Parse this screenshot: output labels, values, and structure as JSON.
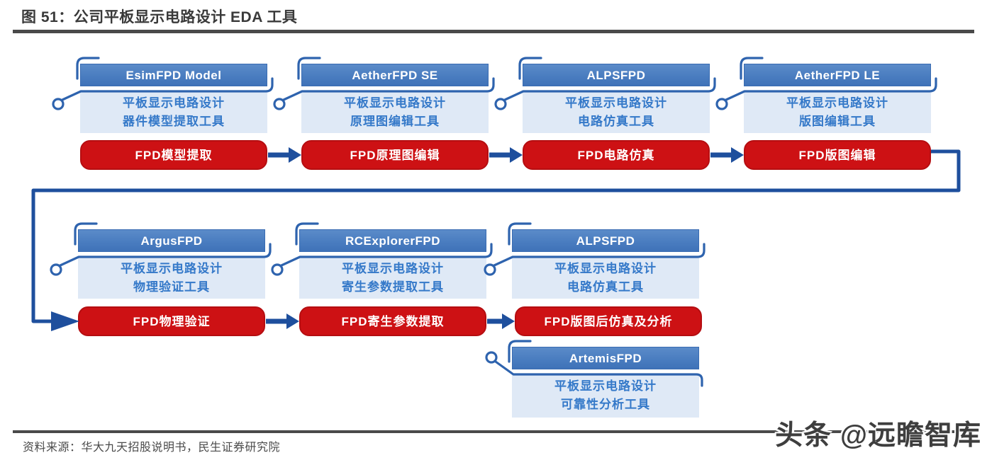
{
  "figure": {
    "title": "图 51：公司平板显示电路设计 EDA 工具",
    "source": "资料来源：华大九天招股说明书，民生证券研究院",
    "watermark": "头条 @远瞻智库"
  },
  "colors": {
    "header_blue": "#4a7dc0",
    "light_panel_blue": "#dfe9f6",
    "description_text_blue": "#3579c9",
    "step_red": "#cd1114",
    "callout_blue": "#2e63ae",
    "arrow_navy": "#1e4f9d",
    "rule_gray": "#4a4a4a"
  },
  "groups": [
    {
      "tool": "EsimFPD Model",
      "desc1": "平板显示电路设计",
      "desc2": "器件模型提取工具"
    },
    {
      "tool": "AetherFPD SE",
      "desc1": "平板显示电路设计",
      "desc2": "原理图编辑工具"
    },
    {
      "tool": "ALPSFPD",
      "desc1": "平板显示电路设计",
      "desc2": "电路仿真工具"
    },
    {
      "tool": "AetherFPD LE",
      "desc1": "平板显示电路设计",
      "desc2": "版图编辑工具"
    },
    {
      "tool": "ArgusFPD",
      "desc1": "平板显示电路设计",
      "desc2": "物理验证工具"
    },
    {
      "tool": "RCExplorerFPD",
      "desc1": "平板显示电路设计",
      "desc2": "寄生参数提取工具"
    },
    {
      "tool": "ALPSFPD",
      "desc1": "平板显示电路设计",
      "desc2": "电路仿真工具"
    },
    {
      "tool": "ArtemisFPD",
      "desc1": "平板显示电路设计",
      "desc2": "可靠性分析工具"
    }
  ],
  "steps": [
    {
      "label": "FPD模型提取"
    },
    {
      "label": "FPD原理图编辑"
    },
    {
      "label": "FPD电路仿真"
    },
    {
      "label": "FPD版图编辑"
    },
    {
      "label": "FPD物理验证"
    },
    {
      "label": "FPD寄生参数提取"
    },
    {
      "label": "FPD版图后仿真及分析"
    }
  ]
}
